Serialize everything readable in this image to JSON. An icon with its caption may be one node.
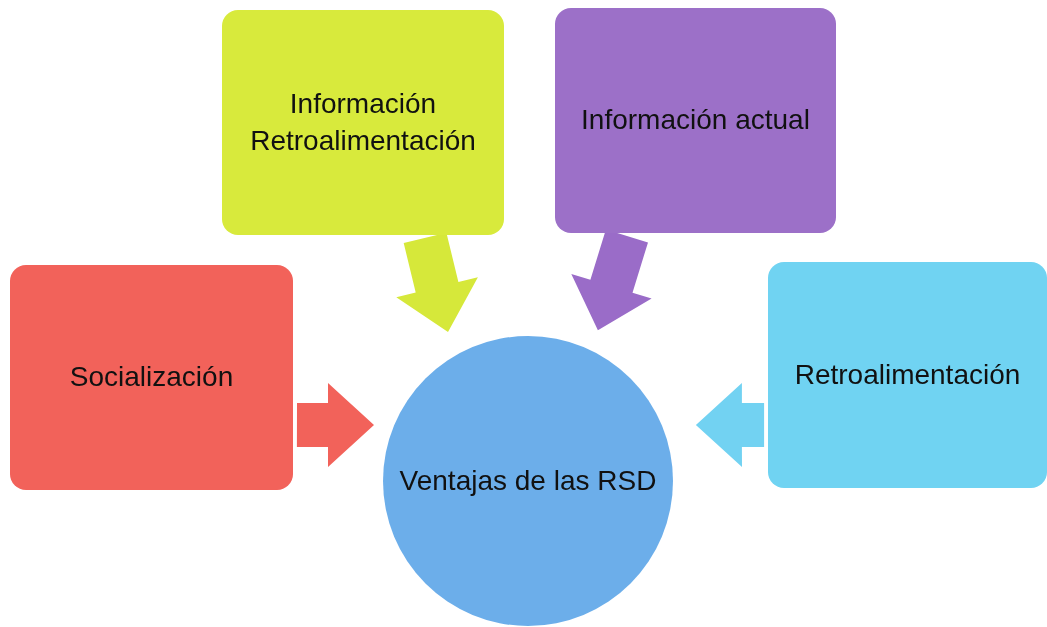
{
  "diagram": {
    "nodes": [
      {
        "text": [
          "Información Retroalimentación"
        ]
      },
      {
        "text": [
          "Información actual"
        ]
      },
      {
        "text": [
          "Socialización"
        ]
      },
      {
        "text": [
          "Retroalimentación"
        ]
      },
      {
        "text": [
          "Ventajas de las RSD"
        ]
      }
    ],
    "edges": [
      {
        "from": 0,
        "to": 4,
        "arrow": "to",
        "style": "thick",
        "color": "#d6e83a"
      },
      {
        "from": 1,
        "to": 4,
        "arrow": "to",
        "style": "thick",
        "color": "#9a6cc8"
      },
      {
        "from": 2,
        "to": 4,
        "arrow": "to",
        "style": "thick",
        "color": "#f2625a"
      },
      {
        "from": 3,
        "to": 4,
        "arrow": "to",
        "style": "thick",
        "color": "#72d2f2"
      }
    ]
  }
}
